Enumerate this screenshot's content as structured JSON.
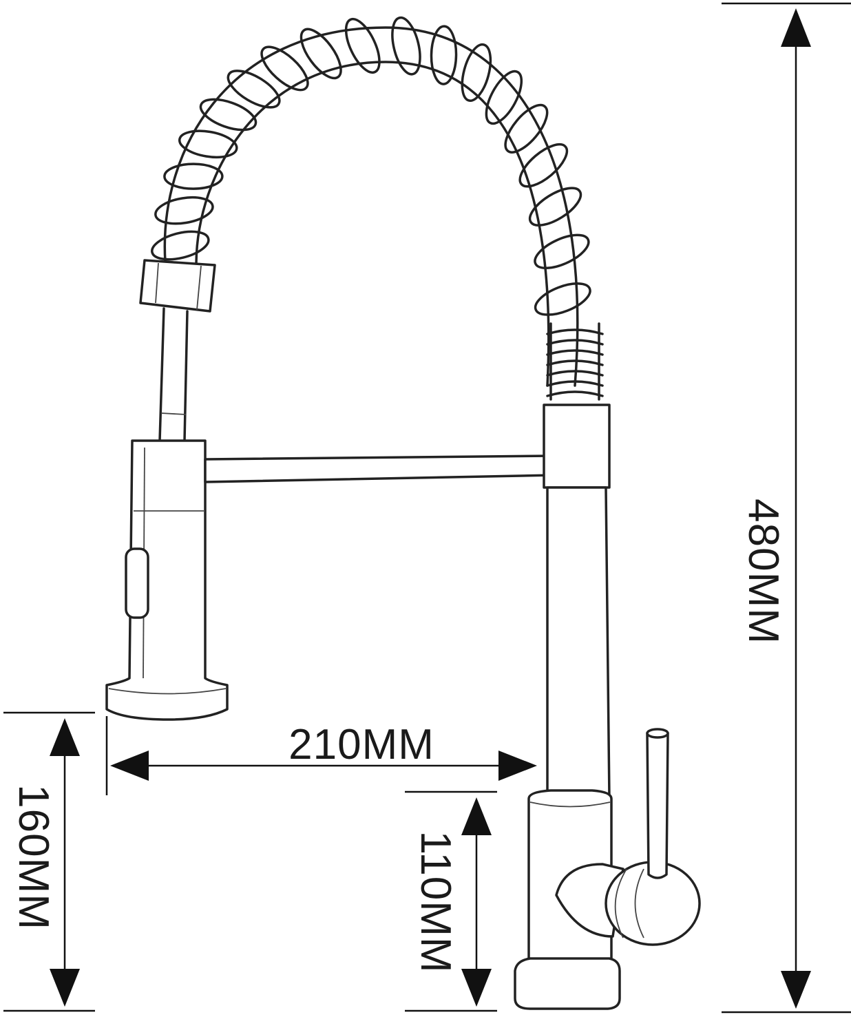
{
  "dimensions": {
    "height_total": "480MM",
    "spout_reach": "210MM",
    "spout_height": "160MM",
    "base_height": "110MM"
  },
  "colors": {
    "line": "#222222",
    "background": "#ffffff"
  }
}
